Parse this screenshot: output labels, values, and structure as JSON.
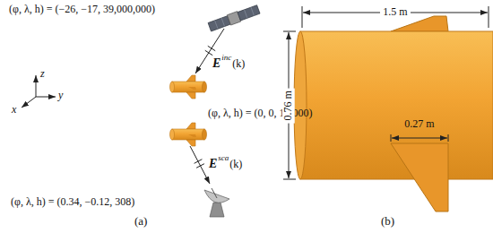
{
  "diagram": {
    "labels": [
      "(φ, λ, h) = (−26, −17, 39,000,000)",
      "E",
      "inc",
      "(k)",
      "z",
      "y",
      "x",
      "(φ, λ, h) = (0, 0, 10,000)",
      "E",
      "sca",
      "(k)",
      "(φ, λ, h) = (0.34, −0.12, 308)",
      "(a)",
      "1.5 m",
      "0.76 m",
      "0.27 m",
      "(b)"
    ]
  }
}
